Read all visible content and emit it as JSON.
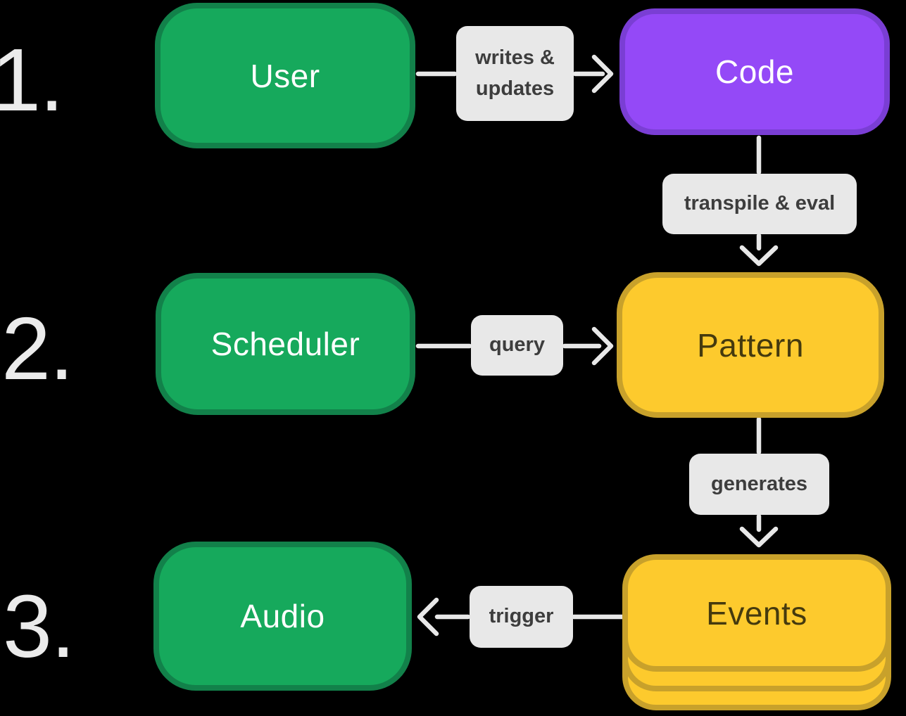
{
  "steps": [
    {
      "number": "1."
    },
    {
      "number": "2."
    },
    {
      "number": "3."
    }
  ],
  "nodes": {
    "user": "User",
    "code": "Code",
    "scheduler": "Scheduler",
    "pattern": "Pattern",
    "events": "Events",
    "audio": "Audio"
  },
  "edges": {
    "writes_updates": "writes &\nupdates",
    "transpile_eval": "transpile & eval",
    "query": "query",
    "generates": "generates",
    "trigger": "trigger"
  },
  "colors": {
    "background": "#000000",
    "green-fill": "#16a95c",
    "green-border": "#12814a",
    "purple-fill": "#9449f7",
    "purple-border": "#7a3ed4",
    "yellow-fill": "#fdca2d",
    "yellow-border": "#c8a12b",
    "yellow-text": "#453a0e",
    "node-text-light": "#ffffff",
    "label-bg": "#e8e8e8",
    "label-text": "#3d3d3d",
    "arrow": "#e8e8e8",
    "step-number": "#ebebeb"
  }
}
